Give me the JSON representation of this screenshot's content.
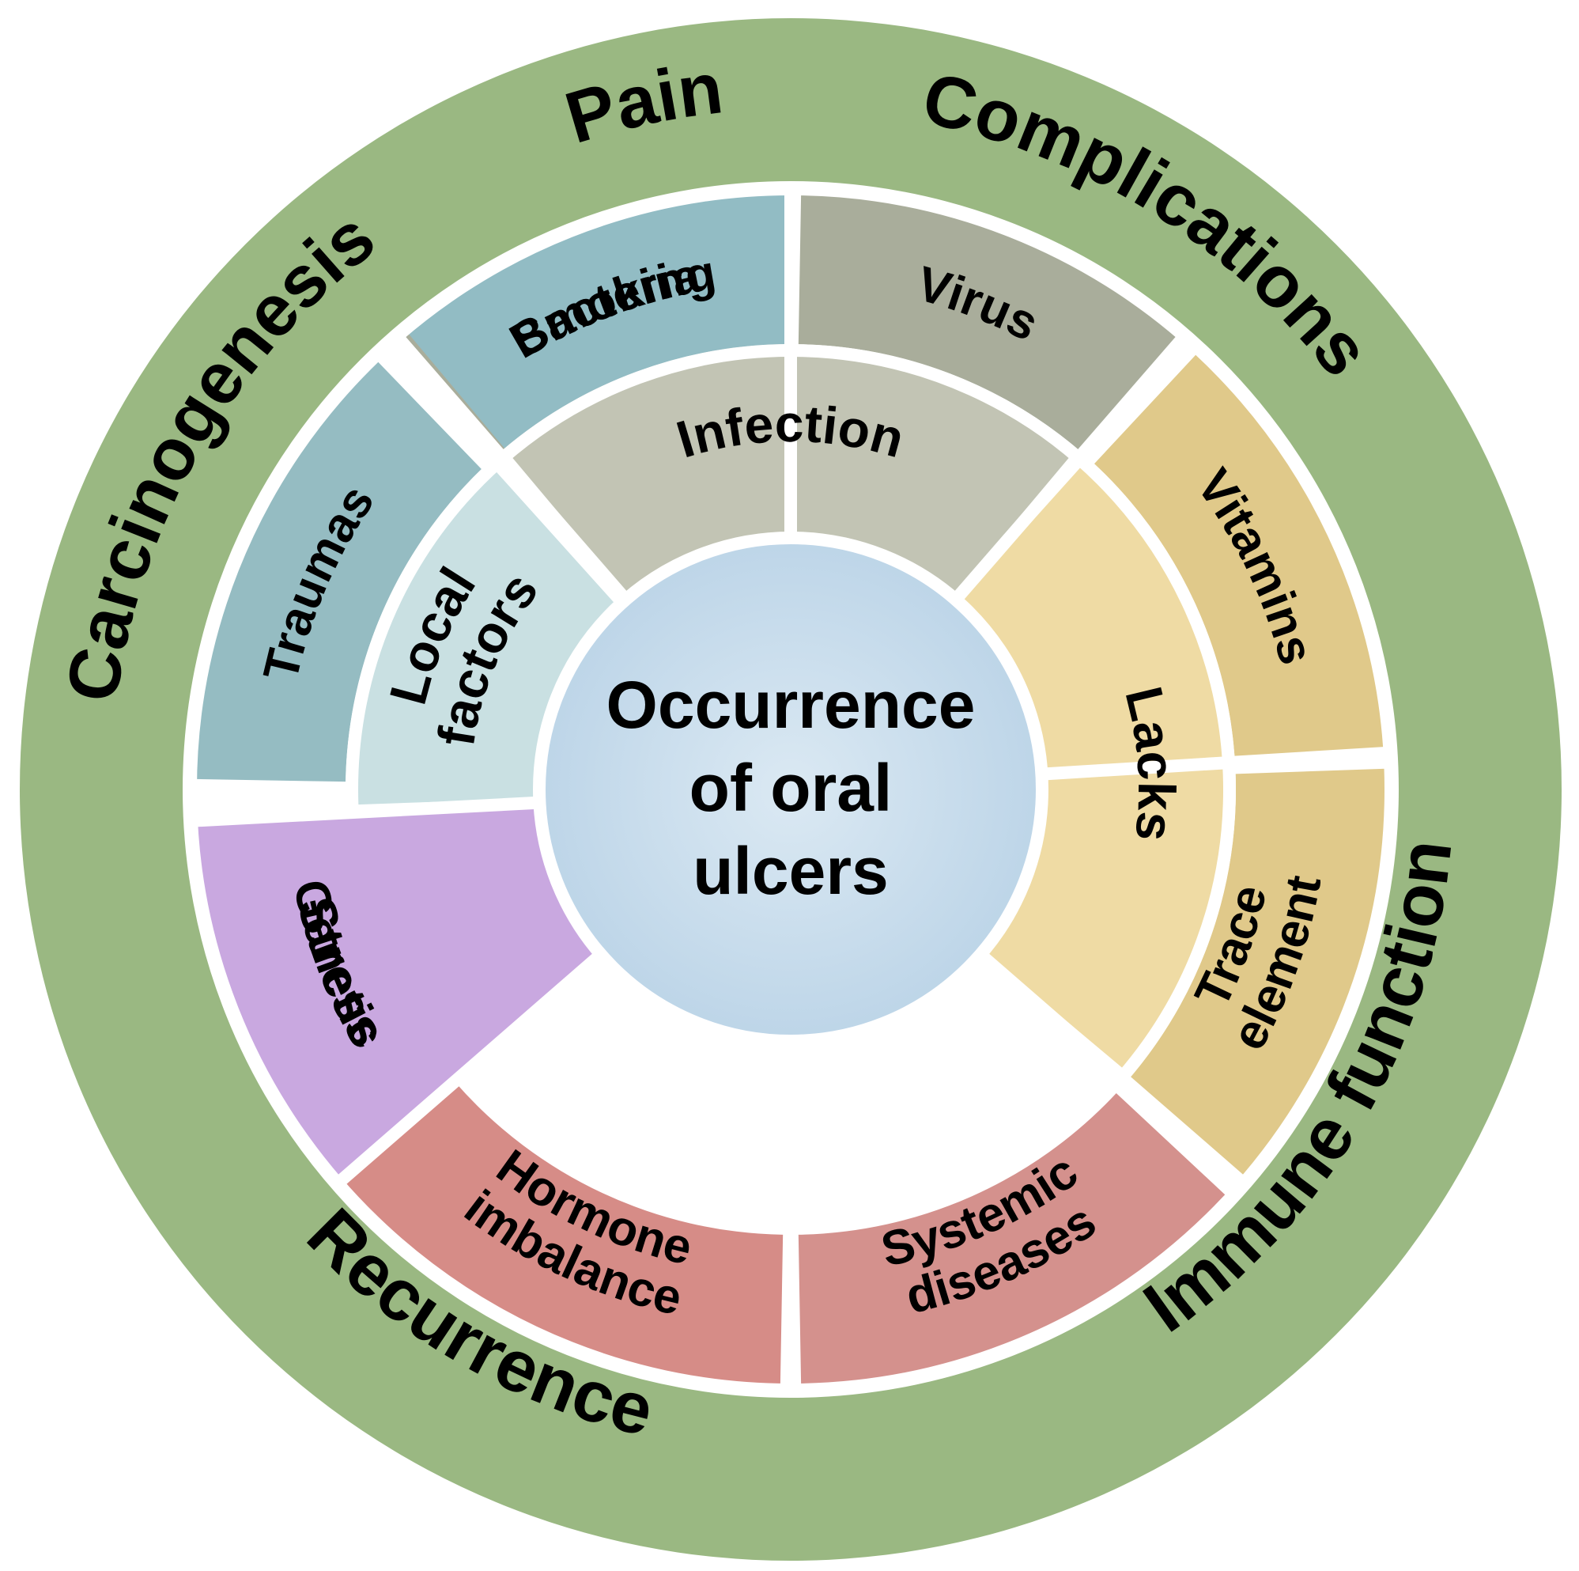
{
  "center": {
    "lines": [
      "Occurrence",
      "of oral",
      "ulcers"
    ],
    "color": "#cfe2ee",
    "color_dark": "#b6d0e4"
  },
  "outer_ring": {
    "color": "#9ab882",
    "labels": [
      {
        "text": "Pain",
        "angle": -12
      },
      {
        "text": "Complications",
        "angle": 32
      },
      {
        "text": "Immune function",
        "angle": 120
      },
      {
        "text": "Recurrence",
        "angle": 210
      },
      {
        "text": "Carcinogenesis",
        "angle": 300
      }
    ]
  },
  "inner_categories": [
    {
      "label": "Infection",
      "start": -41,
      "end": 41,
      "color": "#c2c4b4",
      "color2": "#a9ad9b"
    },
    {
      "label": "Lacks",
      "start": 41,
      "end": 131,
      "color": "#efdba4",
      "color2": "#e5cb86"
    },
    {
      "label": "Stress",
      "start": 229,
      "end": 267,
      "color": "#c9a8e0",
      "color2": "#b3a8df"
    },
    {
      "label": "Local factors",
      "start": 267,
      "end": 319,
      "color": "#c9e0e2",
      "color2": "#a9cbd0"
    }
  ],
  "outer_segments": [
    {
      "label": "Bacteria",
      "start": -41,
      "end": -1,
      "color": "#a9ad9b"
    },
    {
      "label": "Virus",
      "start": 1,
      "end": 41,
      "color": "#a9ad9b"
    },
    {
      "label": "Vitamins",
      "start": 43,
      "end": 86,
      "color": "#e0c98a"
    },
    {
      "label": "Trace element",
      "start": 88,
      "end": 131,
      "color": "#e0c98a"
    },
    {
      "label": "Systemic diseases",
      "start": 133,
      "end": 179,
      "color": "#d4918d"
    },
    {
      "label": "Hormone imbalance",
      "start": 181,
      "end": 229,
      "color": "#d68c87"
    },
    {
      "label": "Genetic",
      "start": 231,
      "end": 267,
      "color": "#cdb3e4"
    },
    {
      "label": "Traumas",
      "start": 271,
      "end": 316,
      "color": "#95bcc2"
    },
    {
      "label": "Smoking",
      "start": 320,
      "end": 360,
      "color": "#92bcc4"
    }
  ],
  "full_wedges": [
    {
      "label": "Stress",
      "start": 229,
      "end": 267,
      "color": "#c9a8e0"
    }
  ]
}
